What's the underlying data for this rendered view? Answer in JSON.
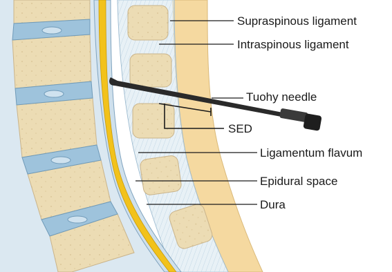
{
  "labels": {
    "supraspinous": "Supraspinous ligament",
    "intraspinous": "Intraspinous ligament",
    "tuohy": "Tuohy needle",
    "sed": "SED",
    "flavum": "Ligamentum flavum",
    "epidural": "Epidural space",
    "dura": "Dura"
  },
  "colors": {
    "bone": "#ecdcb4",
    "bone_edge": "#c9b38a",
    "disc": "#9ec3dc",
    "ligament": "#cfe0ec",
    "cord": "#f2c21b",
    "skin": "#f5d9a0",
    "needle": "#2a2a2a"
  }
}
